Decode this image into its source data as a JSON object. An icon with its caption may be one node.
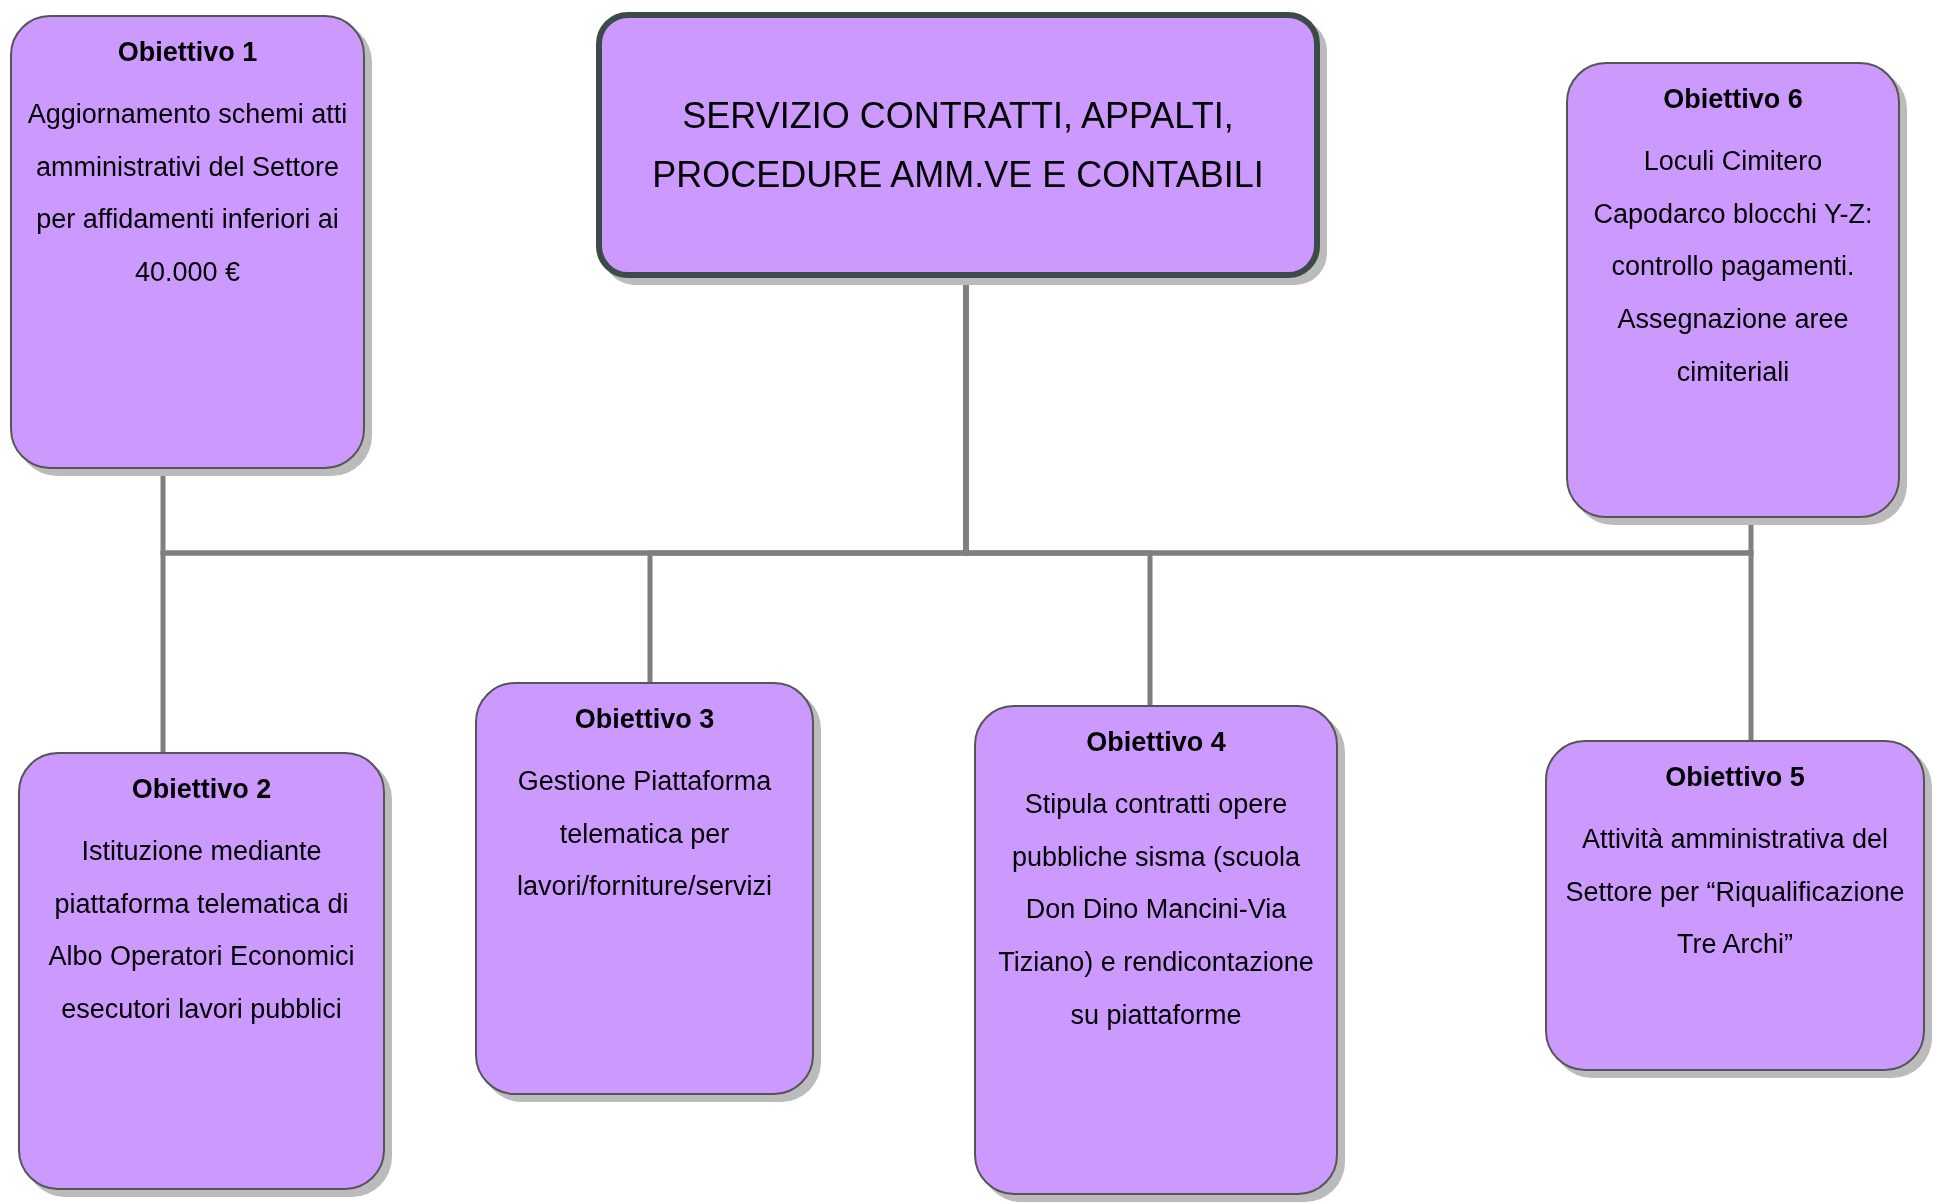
{
  "diagram": {
    "nodes": [
      {
        "text": [
          "SERVIZIO CONTRATTI, APPALTI, PROCEDURE AMM.VE E CONTABILI"
        ]
      },
      {
        "text": [
          "Obiettivo 1",
          "Aggiornamento schemi atti amministrativi del Settore per affidamenti inferiori ai 40.000 €"
        ]
      },
      {
        "text": [
          "Obiettivo 6",
          "Loculi Cimitero Capodarco blocchi Y-Z: controllo pagamenti. Assegnazione aree cimiteriali"
        ]
      },
      {
        "text": [
          "Obiettivo 2",
          "Istituzione mediante piattaforma telematica di Albo Operatori Economici esecutori lavori pubblici"
        ]
      },
      {
        "text": [
          "Obiettivo 3",
          "Gestione Piattaforma telematica per lavori/forniture/servizi"
        ]
      },
      {
        "text": [
          "Obiettivo 4",
          "Stipula contratti opere pubbliche sisma (scuola Don Dino Mancini-Via Tiziano) e rendicontazione su piattaforme"
        ]
      },
      {
        "text": [
          "Obiettivo 5",
          "Attività amministrativa del Settore per “Riqualificazione Tre Archi”"
        ]
      }
    ],
    "edges": [
      {
        "from": 0,
        "to": 1,
        "arrow": "none"
      },
      {
        "from": 0,
        "to": 2,
        "arrow": "none"
      },
      {
        "from": 0,
        "to": 3,
        "arrow": "none"
      },
      {
        "from": 0,
        "to": 4,
        "arrow": "none"
      },
      {
        "from": 0,
        "to": 5,
        "arrow": "none"
      },
      {
        "from": 0,
        "to": 6,
        "arrow": "none"
      }
    ]
  }
}
